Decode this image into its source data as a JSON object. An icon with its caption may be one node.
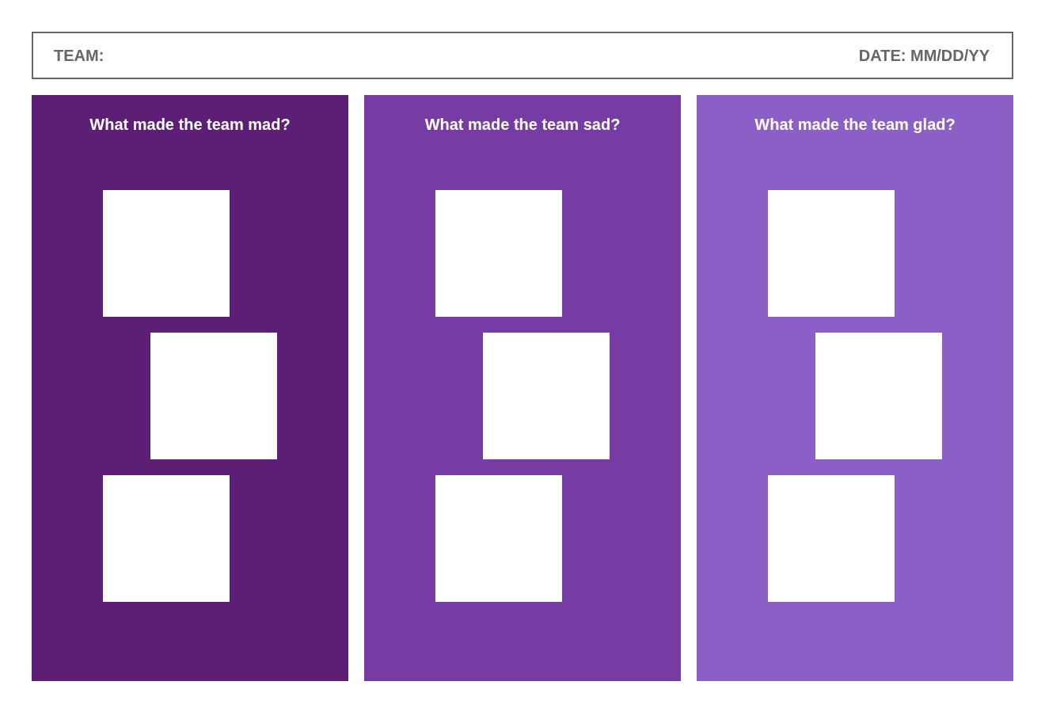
{
  "diagram": {
    "nodes": [
      {
        "text": [
          "TEAM:",
          "DATE: MM/DD/YY"
        ]
      },
      {
        "text": [
          "What made the team mad?"
        ]
      },
      {
        "text": [],
        "shape": "box",
        "in": 1
      },
      {
        "text": [],
        "shape": "box",
        "in": 1
      },
      {
        "text": [],
        "shape": "box",
        "in": 1
      },
      {
        "text": [
          "What made the team sad?"
        ]
      },
      {
        "text": [],
        "shape": "box",
        "in": 5
      },
      {
        "text": [],
        "shape": "box",
        "in": 5
      },
      {
        "text": [],
        "shape": "box",
        "in": 5
      },
      {
        "text": [
          "What made the team glad?"
        ]
      },
      {
        "text": [],
        "shape": "box",
        "in": 9
      },
      {
        "text": [],
        "shape": "box",
        "in": 9
      },
      {
        "text": [],
        "shape": "box",
        "in": 9
      }
    ]
  }
}
